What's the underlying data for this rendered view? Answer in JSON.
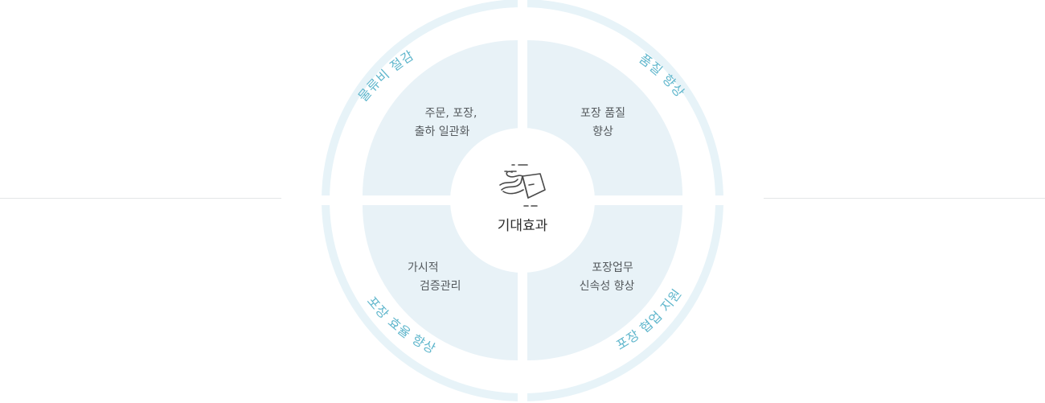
{
  "center": {
    "label": "기대효과",
    "icon": "box-delivery-icon"
  },
  "colors": {
    "outer_ring": "#e7f3f8",
    "quadrant": "#e8f2f7",
    "center": "#ffffff",
    "arc_text": "#5fb6cc",
    "desc_text": "#555a5e",
    "center_text": "#2a2a2a"
  },
  "quadrants": [
    {
      "position": "top-left",
      "title": "물류비 절감",
      "desc_line1": "주문, 포장,",
      "desc_line2": "출하 일관화"
    },
    {
      "position": "top-right",
      "title": "품질 향상",
      "desc_line1": "포장 품질",
      "desc_line2": "향상"
    },
    {
      "position": "bottom-left",
      "title": "포장 효율 향상",
      "desc_line1": "가시적",
      "desc_line2": "검증관리"
    },
    {
      "position": "bottom-right",
      "title": "포장 협업 지원",
      "desc_line1": "포장업무",
      "desc_line2": "신속성 향상"
    }
  ]
}
